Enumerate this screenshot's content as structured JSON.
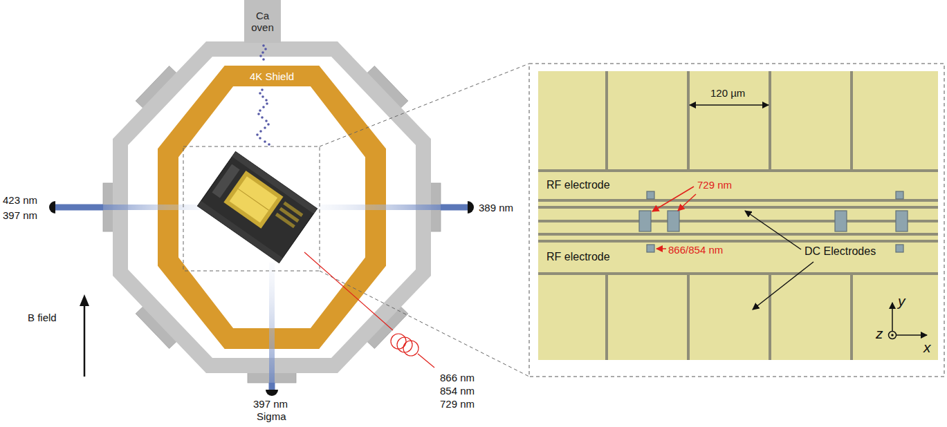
{
  "diagram": {
    "nodes": [
      {
        "text": [
          "Ca oven"
        ]
      },
      {
        "text": [
          "4K Shield"
        ]
      }
    ],
    "labels": [
      "423 nm",
      "397 nm",
      "389 nm",
      "397 nm",
      "Sigma",
      "866 nm",
      "854 nm",
      "729 nm",
      "B field",
      "120 µm",
      "RF electrode",
      "729 nm",
      "RF electrode",
      "866/854 nm",
      "DC Electrodes",
      "y",
      "z",
      "x"
    ]
  }
}
